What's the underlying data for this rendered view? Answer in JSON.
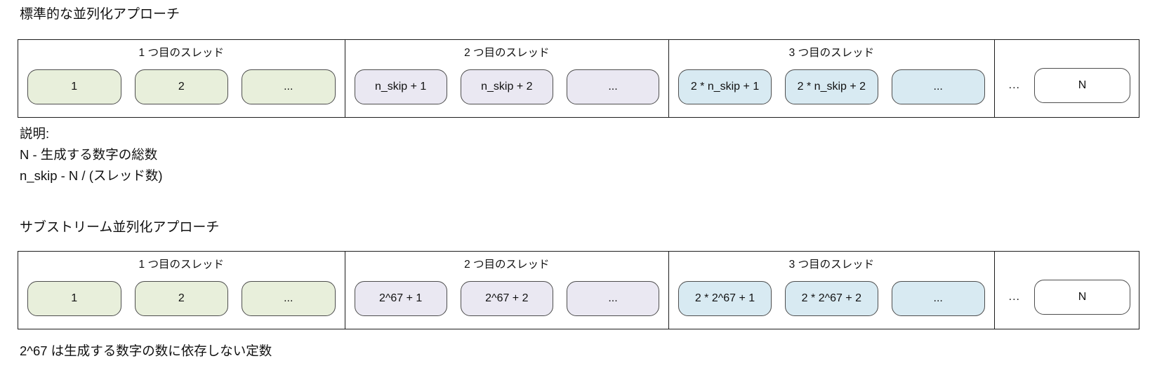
{
  "colors": {
    "green_fill": "#e8efdb",
    "purple_fill": "#eae8f2",
    "blue_fill": "#d8eaf2",
    "white_fill": "#ffffff",
    "pill_border": "#4d4d4d",
    "frame_border": "#1c1c1c",
    "text_color": "#111111"
  },
  "diagram1": {
    "title": "標準的な並列化アプローチ",
    "threads": [
      {
        "label": "1 つ目のスレッド",
        "boxes": [
          "1",
          "2",
          "..."
        ]
      },
      {
        "label": "2 つ目のスレッド",
        "boxes": [
          "n_skip + 1",
          "n_skip + 2",
          "..."
        ]
      },
      {
        "label": "3 つ目のスレッド",
        "boxes": [
          "2 * n_skip + 1",
          "2 * n_skip + 2",
          "..."
        ]
      }
    ],
    "tail": {
      "ellipsis": "...",
      "final_box": "N"
    }
  },
  "notes": {
    "heading": "説明:",
    "lines": [
      "N - 生成する数字の総数",
      "n_skip - N / (スレッド数)"
    ]
  },
  "diagram2": {
    "title": "サブストリーム並列化アプローチ",
    "threads": [
      {
        "label": "1 つ目のスレッド",
        "boxes": [
          "1",
          "2",
          "..."
        ]
      },
      {
        "label": "2 つ目のスレッド",
        "boxes": [
          "2^67 + 1",
          "2^67 + 2",
          "..."
        ]
      },
      {
        "label": "3 つ目のスレッド",
        "boxes": [
          "2 * 2^67 + 1",
          "2 * 2^67 + 2",
          "..."
        ]
      }
    ],
    "tail": {
      "ellipsis": "...",
      "final_box": "N"
    }
  },
  "footnote": "2^67 は生成する数字の数に依存しない定数"
}
